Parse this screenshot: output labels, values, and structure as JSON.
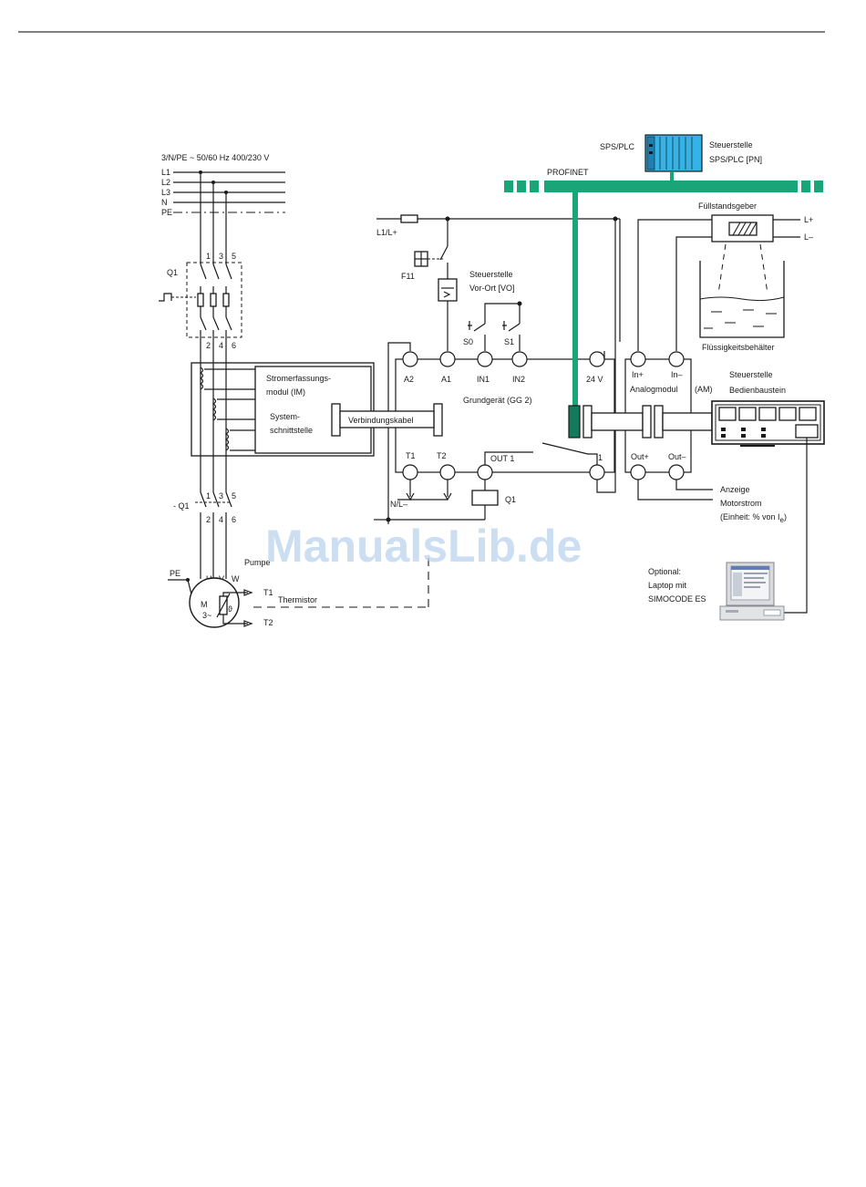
{
  "supply": {
    "spec": "3/N/PE   ~ 50/60 Hz   400/230 V",
    "lines": [
      "L1",
      "L2",
      "L3",
      "N",
      "PE"
    ]
  },
  "breaker": {
    "label": "Q1",
    "top_terminals": [
      "1",
      "3",
      "5"
    ],
    "bottom_terminals": [
      "2",
      "4",
      "6"
    ]
  },
  "current_module": {
    "name_line1": "Stromerfassungs-",
    "name_line2": "modul (IM)",
    "interface_line1": "System-",
    "interface_line2": "schnittstelle"
  },
  "cable": "Verbindungskabel",
  "contactor": {
    "label": "- Q1",
    "top_terminals": [
      "1",
      "3",
      "5"
    ],
    "bottom_terminals": [
      "2",
      "4",
      "6"
    ]
  },
  "motor": {
    "pe": "PE",
    "phases": [
      "U",
      "V",
      "W"
    ],
    "symbol": "M",
    "type": "3~",
    "pump": "Pumpe",
    "t1": "T1",
    "t2": "T2",
    "thermistor": "Thermistor",
    "theta": "ϑ"
  },
  "control_supply": "L1/L+",
  "fuse": "F11",
  "local_station": {
    "line1": "Steuerstelle",
    "line2": "Vor-Ort [VO]"
  },
  "buttons": [
    "S0",
    "S1"
  ],
  "basic_unit": {
    "name": "Grundgerät (GG 2)",
    "top_terminals": [
      "A2",
      "A1",
      "IN1",
      "IN2",
      "24 V"
    ],
    "bottom_terminals": [
      "T1",
      "T2",
      "OUT 1",
      "1"
    ],
    "neutral": "N/L–",
    "coil": "Q1"
  },
  "plc": {
    "label": "SPS/PLC",
    "station_line1": "Steuerstelle",
    "station_line2": "SPS/PLC [PN]",
    "bus": "PROFINET"
  },
  "level_sensor": {
    "name": "Füllstandsgeber",
    "plus": "L+",
    "minus": "L–",
    "tank": "Flüssigkeitsbehälter"
  },
  "analog_module": {
    "in_plus": "In+",
    "in_minus": "In–",
    "name": "Analogmodul",
    "abbr": "(AM)",
    "out_plus": "Out+",
    "out_minus": "Out–"
  },
  "operator_panel": {
    "line1": "Steuerstelle",
    "line2": "Bedienbaustein"
  },
  "display": {
    "line1": "Anzeige",
    "line2": "Motorstrom",
    "line3": "(Einheit: % von I",
    "subscript": "e",
    "close": ")"
  },
  "laptop": {
    "line1": "Optional:",
    "line2": "Laptop mit",
    "line3": "SIMOCODE ES"
  },
  "watermark": "ManualsLib.de",
  "colors": {
    "profinet": "#1aa579",
    "plc_fill": "#35b3e6",
    "coupler": "#137a5c",
    "watermark": "#bcd3ee"
  }
}
